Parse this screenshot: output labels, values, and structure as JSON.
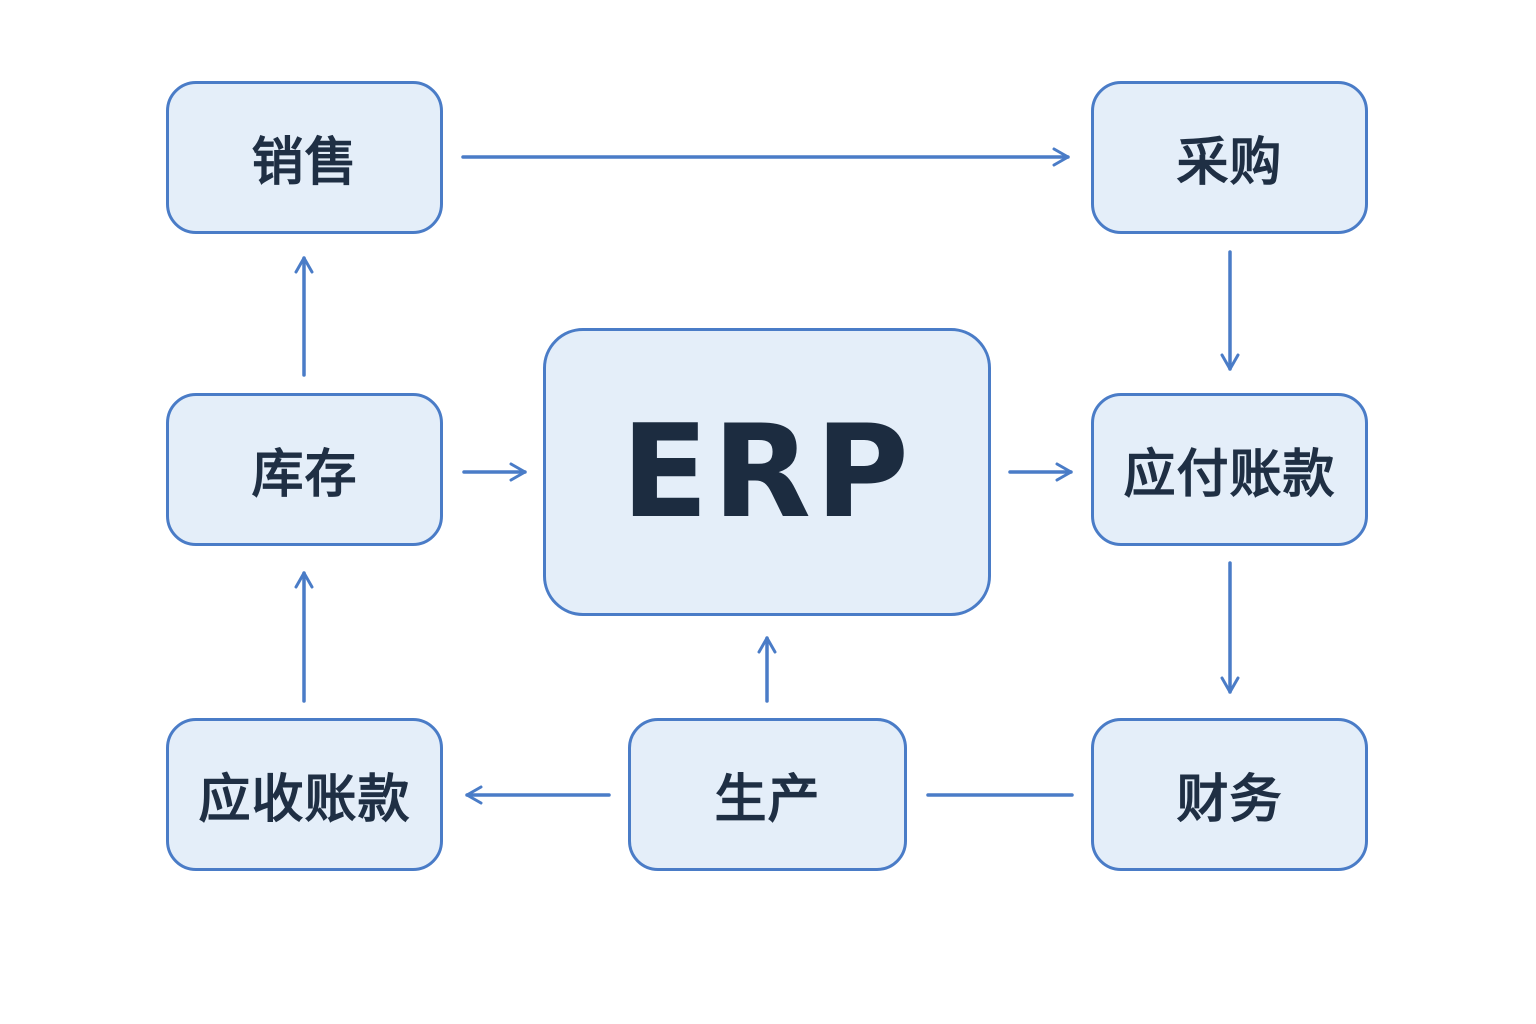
{
  "diagram": {
    "nodes": {
      "sales": "销售",
      "purchase": "采购",
      "inventory": "库存",
      "erp": "ERP",
      "accounts_payable": "应付账款",
      "accounts_receivable": "应收账款",
      "production": "生产",
      "finance": "财务"
    },
    "edges": [
      {
        "from": "sales",
        "to": "purchase",
        "arrow": true
      },
      {
        "from": "purchase",
        "to": "accounts_payable",
        "arrow": true
      },
      {
        "from": "accounts_payable",
        "to": "finance",
        "arrow": true
      },
      {
        "from": "finance",
        "to": "production",
        "arrow": false
      },
      {
        "from": "production",
        "to": "accounts_receivable",
        "arrow": true
      },
      {
        "from": "production",
        "to": "erp",
        "arrow": true
      },
      {
        "from": "accounts_receivable",
        "to": "inventory",
        "arrow": true
      },
      {
        "from": "inventory",
        "to": "sales",
        "arrow": true
      },
      {
        "from": "inventory",
        "to": "erp",
        "arrow": true
      },
      {
        "from": "erp",
        "to": "accounts_payable",
        "arrow": true
      }
    ],
    "colors": {
      "node_fill": "#e4eef9",
      "node_border": "#4a7cc7",
      "arrow": "#4a7cc7",
      "text": "#1f2f44"
    }
  }
}
